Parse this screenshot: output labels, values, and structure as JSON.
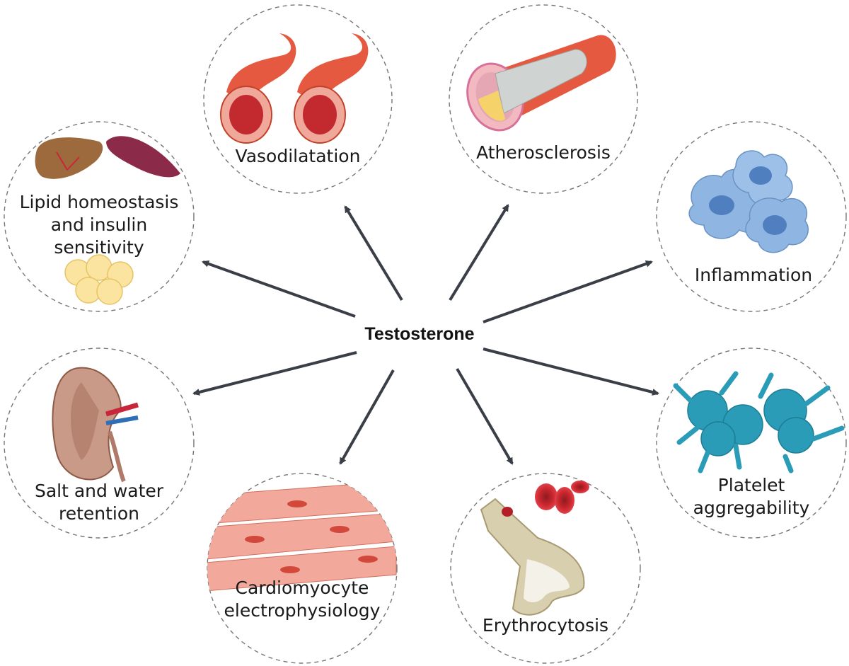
{
  "center": {
    "label": "Testosterone"
  },
  "nodes": [
    {
      "id": "vasodilatation",
      "label": "Vasodilatation"
    },
    {
      "id": "atherosclerosis",
      "label": "Atherosclerosis"
    },
    {
      "id": "lipid",
      "label": "Lipid homeostasis\nand insulin\nsensitivity"
    },
    {
      "id": "inflammation",
      "label": "Inflammation"
    },
    {
      "id": "salt",
      "label": "Salt and water\nretention"
    },
    {
      "id": "platelet",
      "label": "Platelet\naggregability"
    },
    {
      "id": "cardiomyocyte",
      "label": "Cardiomyocyte\nelectrophysiology"
    },
    {
      "id": "erythrocytosis",
      "label": "Erythrocytosis"
    }
  ],
  "colors": {
    "arrow": "#3a3f47",
    "dashed_circle": "#666666",
    "vessel": "#e4593f",
    "artery_wall": "#f0a89a",
    "plaque": "#f5d36a",
    "liver": "#9c6a3c",
    "muscle": "#8c2a4a",
    "fat": "#fbe3a0",
    "macrophage": "#8fb6e3",
    "platelet": "#2a9cb8",
    "kidney": "#c99a88",
    "cardiomyocyte": "#f2a89a",
    "rbc": "#c9262e",
    "bone": "#d8cfae"
  }
}
